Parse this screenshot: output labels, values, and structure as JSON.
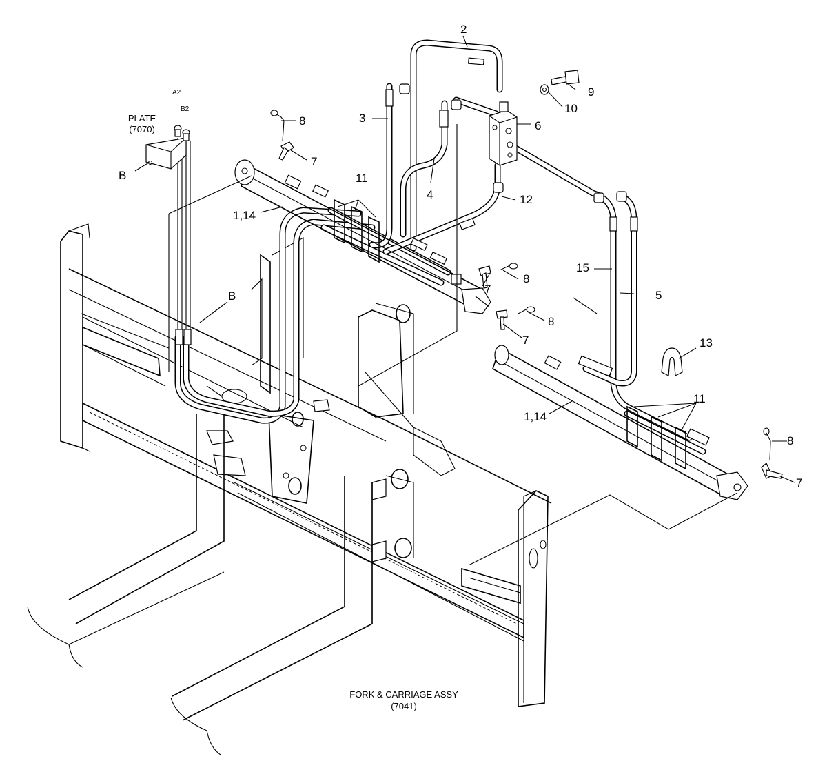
{
  "labels": {
    "plate_title": "PLATE",
    "plate_code": "(7070)",
    "port_a2": "A2",
    "port_b2": "B2",
    "b_upper": "B",
    "b_lower": "B",
    "p2": "2",
    "p3": "3",
    "p4": "4",
    "p5": "5",
    "p6": "6",
    "p7a": "7",
    "p7b": "7",
    "p7c": "7",
    "p7d": "7",
    "p8a": "8",
    "p8b": "8",
    "p8c": "8",
    "p8d": "8",
    "p9": "9",
    "p10": "10",
    "p11a": "11",
    "p11b": "11",
    "p12": "12",
    "p13": "13",
    "p15": "15",
    "p114a": "1,14",
    "p114b": "1,14",
    "assy_title": "FORK & CARRIAGE ASSY",
    "assy_code": "(7041)"
  }
}
